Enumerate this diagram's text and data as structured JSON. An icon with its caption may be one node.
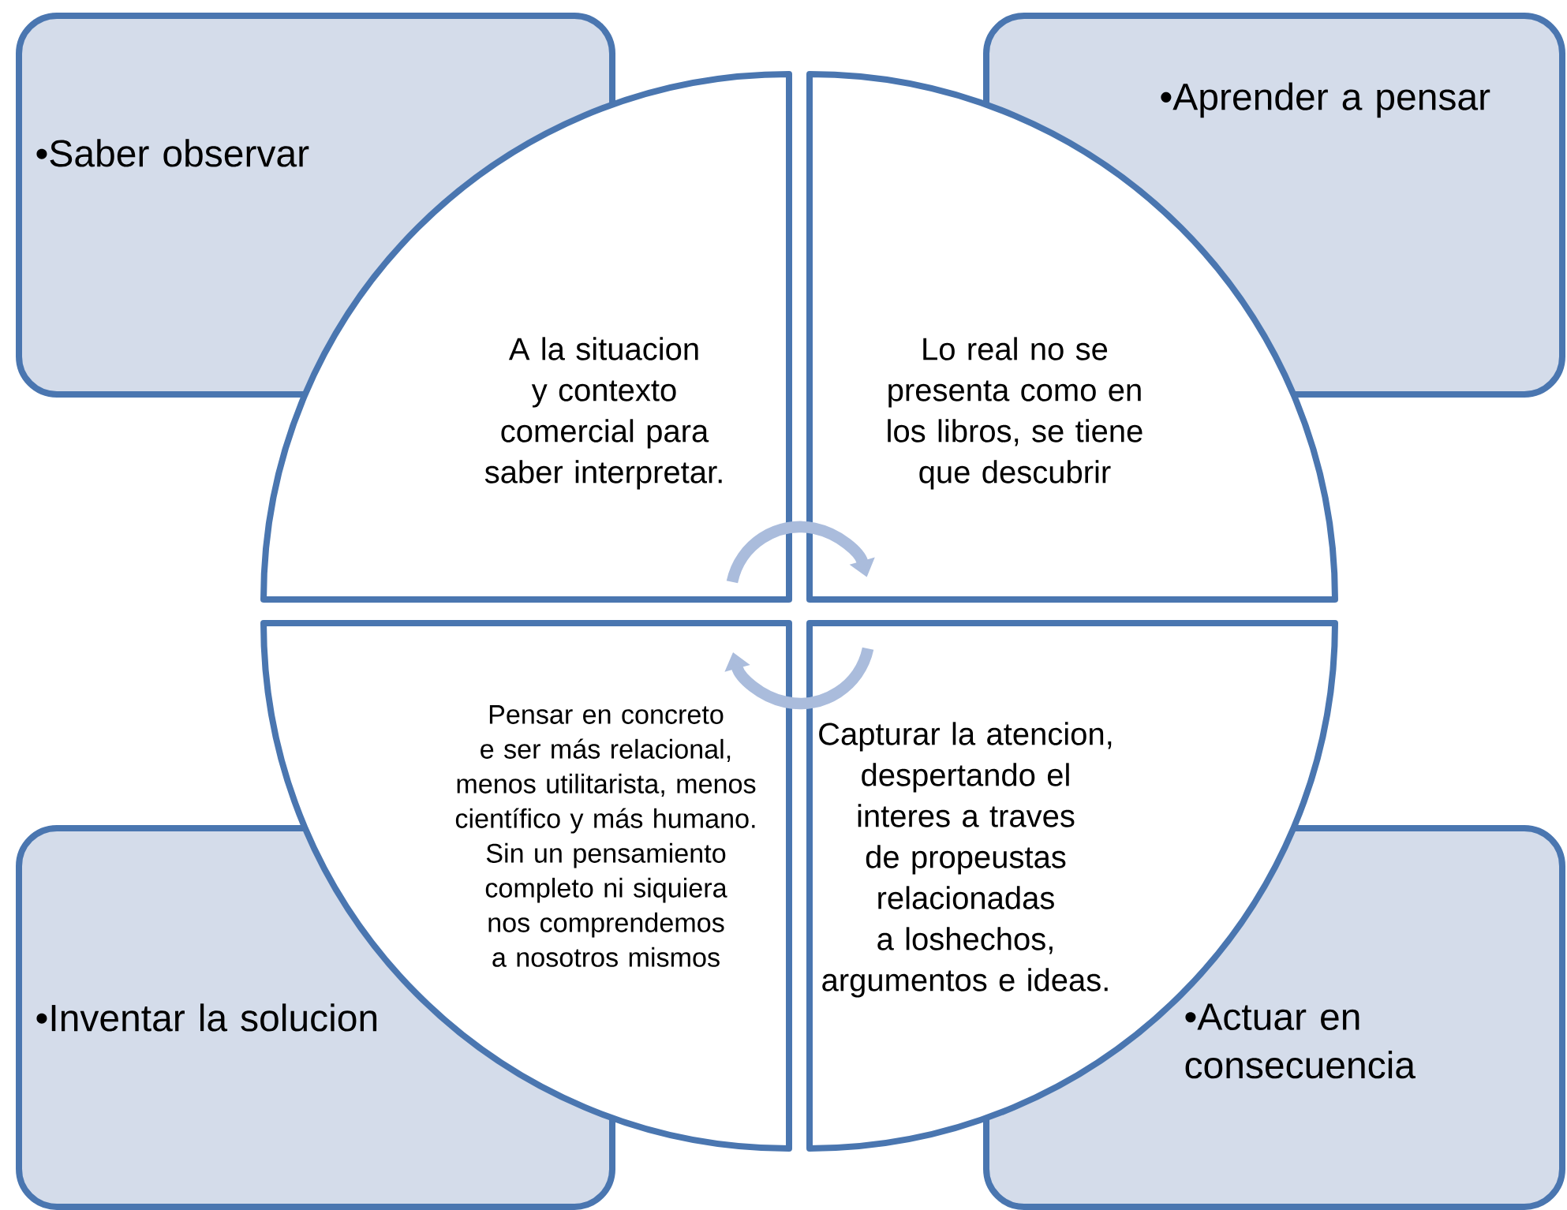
{
  "diagram": {
    "nodes": [
      {
        "text": [
          "•Saber observar"
        ]
      },
      {
        "text": [
          "•Aprender a pensar"
        ]
      },
      {
        "text": [
          "•Inventar la solucion"
        ]
      },
      {
        "text": [
          "•Actuar en consecuencia"
        ]
      },
      {
        "text": [
          "A la situacion y contexto comercial para saber interpretar."
        ]
      },
      {
        "text": [
          "Lo real no se presenta como en los libros, se tiene que descubrir"
        ]
      },
      {
        "text": [
          "Pensar en concreto e ser más relacional, menos utilitarista, menos científico y más humano. Sin un pensamiento completo ni siquiera nos comprendemos a nosotros mismos"
        ]
      },
      {
        "text": [
          "Capturar la atencion, despertando el interes a traves de propeustas relacionadas a loshechos, argumentos e ideas."
        ]
      }
    ],
    "edges": [
      {
        "from": 4,
        "to": 5,
        "arrow": "to"
      },
      {
        "from": 7,
        "to": 6,
        "arrow": "to"
      }
    ]
  }
}
